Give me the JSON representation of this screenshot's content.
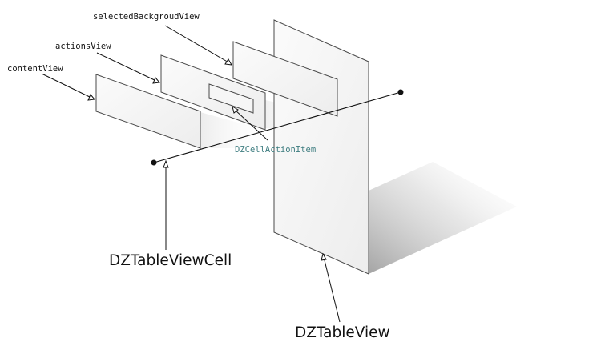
{
  "labels": {
    "selected_background_view": "selectedBackgroudView",
    "actions_view": "actionsView",
    "content_view": "contentView",
    "cell_action_item": "DZCellActionItem",
    "table_view_cell": "DZTableViewCell",
    "table_view": "DZTableView"
  },
  "colors": {
    "panel_fill": "#f4f4f4",
    "panel_stroke": "#4a4a4a",
    "accent_text": "#3e7d80",
    "text": "#111111"
  }
}
